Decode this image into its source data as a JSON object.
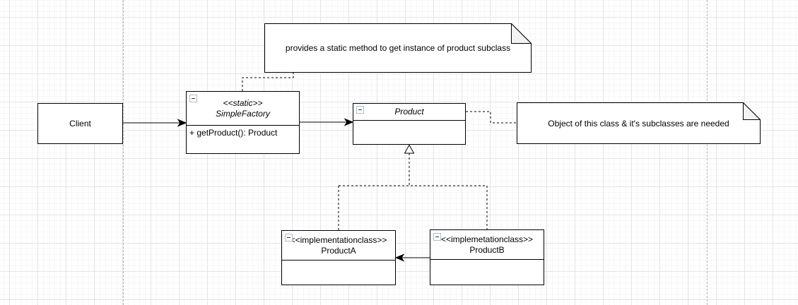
{
  "canvas": {
    "background": "#ffffff",
    "grid_minor_color": "#f6f6f6",
    "grid_major_color": "#e4e4e4",
    "page_boundary_color": "#b3b3b3",
    "shape_stroke": "#000000",
    "shape_fill": "#ffffff",
    "note_fold_fill": "#f2f2f2",
    "collapse_icon_border": "#a9bdd1"
  },
  "notes": {
    "top": {
      "text": "provides a static method to get instance of product subclass"
    },
    "right": {
      "text": "Object of this class & it's subclasses are needed"
    }
  },
  "classes": {
    "client": {
      "name": "Client"
    },
    "simple_factory": {
      "stereotype": "<<static>>",
      "name": "SimpleFactory",
      "method": "+ getProduct(): Product"
    },
    "product": {
      "name": "Product"
    },
    "product_a": {
      "stereotype": "<<implementationclass>>",
      "name": "ProductA"
    },
    "product_b": {
      "stereotype": "<<implemetationclass>>",
      "name": "ProductB"
    }
  },
  "connectors": [
    {
      "from": "Client",
      "to": "SimpleFactory",
      "style": "solid-arrow"
    },
    {
      "from": "SimpleFactory",
      "to": "Product",
      "style": "solid-arrow"
    },
    {
      "from": "SimpleFactory",
      "to": "note-top",
      "style": "dashed"
    },
    {
      "from": "Product",
      "to": "note-right",
      "style": "dashed"
    },
    {
      "from": "ProductA",
      "to": "Product",
      "style": "dashed-realization-hollow-triangle"
    },
    {
      "from": "ProductB",
      "to": "Product",
      "style": "dashed-realization-hollow-triangle"
    },
    {
      "from": "ProductB",
      "to": "ProductA",
      "style": "solid-arrow"
    }
  ]
}
